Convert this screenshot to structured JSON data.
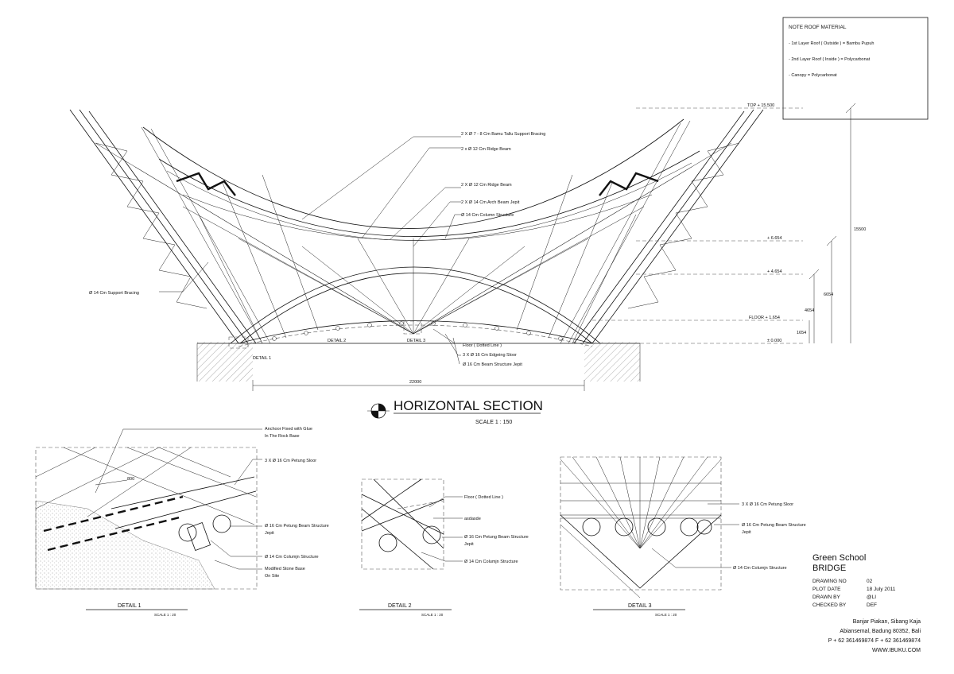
{
  "note": {
    "title": "NOTE ROOF MATERIAL",
    "lines": [
      "- 1st Layer Roof  ( Outside ) = Bambu Pupuh",
      "- 2nd Layer Roof  ( Inside ) =  Polycarbonat",
      "- Canopy = Polycarbonat"
    ]
  },
  "section": {
    "callouts": [
      "2 X Ø 7 - 8 Cm Bamu Tallu Support Bracing",
      "2 x Ø 12  Cm Ridge Beam",
      "2 X Ø 12 Cm Ridge Beam",
      "2 X Ø 14 Cm Arch Beam Jepit",
      "Ø 14 Cm Column Structure",
      "Ø 14 Cm Support Bracing",
      "Floor ( Dotted Line )",
      "3 X Ø 16 Cm Edgeing Sloor",
      "Ø 16 Cm Beam Structure Jepit"
    ],
    "detail_tags": [
      "DETAIL 1",
      "DETAIL 2",
      "DETAIL 3"
    ],
    "levels": [
      "TOP + 15.500",
      "+ 6.654",
      "+ 4.654",
      "FLOOR + 1.654",
      "± 0.000"
    ],
    "dims": [
      "15500",
      "6654",
      "4654",
      "1654",
      "22000"
    ],
    "title": "HORIZONTAL SECTION",
    "scale": "SCALE 1 : 150"
  },
  "detail1": {
    "callouts": [
      "Anchoor Fixed with Glue",
      "In The Rock Base",
      "3 X Ø 16 Cm Petung Sloor",
      "Ø 16 Cm Petung Beam Structure",
      "Jepit",
      "Ø 14 Cm Columjn Structure",
      "Modified Stone Base",
      "On Site"
    ],
    "dim": "800",
    "title": "DETAIL 1",
    "scale": "SCALE 1 : 20"
  },
  "detail2": {
    "callouts": [
      "Floor ( Dotted Line )",
      "asdasde",
      "Ø 16 Cm Petung Beam Structure",
      "Jepit",
      "Ø 14 Cm Columjn Structure"
    ],
    "title": "DETAIL 2",
    "scale": "SCALE 1 : 20"
  },
  "detail3": {
    "callouts": [
      "3 X Ø 16 Cm Petung Sloor",
      "Ø 16 Cm Petung Beam Structure",
      "Jepit",
      "Ø 14 Cm Columjn Structure"
    ],
    "title": "DETAIL 3",
    "scale": "SCALE 1 : 20"
  },
  "titleblock": {
    "project": "Green School",
    "name": "BRIDGE",
    "rows": [
      {
        "label": "DRAWING NO",
        "value": "02"
      },
      {
        "label": "PLOT DATE",
        "value": "18 July 2011"
      },
      {
        "label": "DRAWN BY",
        "value": "@LI"
      },
      {
        "label": "CHECKED BY",
        "value": "DEF"
      }
    ],
    "address": [
      "Banjar Piakan, Sibang Kaja",
      "Abiansemal, Badung 80352, Bali",
      "P + 62 361469874  F + 62 361469874",
      "WWW.IBUKU.COM"
    ]
  }
}
